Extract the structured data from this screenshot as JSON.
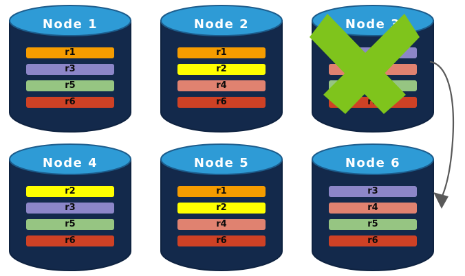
{
  "diagram": {
    "title_prefix": "Node",
    "background_color": "#ffffff",
    "colors": {
      "cylinder_body": "#13294B",
      "cylinder_top": "#2E9BD6",
      "cylinder_top_dark": "#1C5C8C",
      "cylinder_outline": "#0E2240",
      "x_mark": "#7FC41C",
      "arrow": "#595959",
      "record_r1": "#F59C00",
      "record_r2": "#FFFF00",
      "record_r3": "#8C86C8",
      "record_r4": "#E08270",
      "record_r5": "#96C582",
      "record_r6": "#CE4125"
    },
    "nodes": [
      {
        "id": "node-1",
        "label": "Node  1",
        "failed": false,
        "records": [
          {
            "label": "r1",
            "color": "#F59C00"
          },
          {
            "label": "r3",
            "color": "#8C86C8"
          },
          {
            "label": "r5",
            "color": "#96C582"
          },
          {
            "label": "r6",
            "color": "#CE4125"
          }
        ]
      },
      {
        "id": "node-2",
        "label": "Node  2",
        "failed": false,
        "records": [
          {
            "label": "r1",
            "color": "#F59C00"
          },
          {
            "label": "r2",
            "color": "#FFFF00"
          },
          {
            "label": "r4",
            "color": "#E08270"
          },
          {
            "label": "r6",
            "color": "#CE4125"
          }
        ]
      },
      {
        "id": "node-3",
        "label": "Node  3",
        "failed": true,
        "records": [
          {
            "label": "r3",
            "color": "#8C86C8"
          },
          {
            "label": "r4",
            "color": "#E08270"
          },
          {
            "label": "r5",
            "color": "#96C582"
          },
          {
            "label": "r6",
            "color": "#CE4125"
          }
        ]
      },
      {
        "id": "node-4",
        "label": "Node  4",
        "failed": false,
        "records": [
          {
            "label": "r2",
            "color": "#FFFF00"
          },
          {
            "label": "r3",
            "color": "#8C86C8"
          },
          {
            "label": "r5",
            "color": "#96C582"
          },
          {
            "label": "r6",
            "color": "#CE4125"
          }
        ]
      },
      {
        "id": "node-5",
        "label": "Node  5",
        "failed": false,
        "records": [
          {
            "label": "r1",
            "color": "#F59C00"
          },
          {
            "label": "r2",
            "color": "#FFFF00"
          },
          {
            "label": "r4",
            "color": "#E08270"
          },
          {
            "label": "r6",
            "color": "#CE4125"
          }
        ]
      },
      {
        "id": "node-6",
        "label": "Node  6",
        "failed": false,
        "records": [
          {
            "label": "r3",
            "color": "#8C86C8"
          },
          {
            "label": "r4",
            "color": "#E08270"
          },
          {
            "label": "r5",
            "color": "#96C582"
          },
          {
            "label": "r6",
            "color": "#CE4125"
          }
        ]
      }
    ],
    "annotations": {
      "failover_arrow": {
        "from_node": "node-3",
        "to_node": "node-6",
        "icon": "curved-arrow-icon"
      },
      "failure_mark": {
        "on_node": "node-3",
        "icon": "x-mark-icon"
      }
    }
  }
}
